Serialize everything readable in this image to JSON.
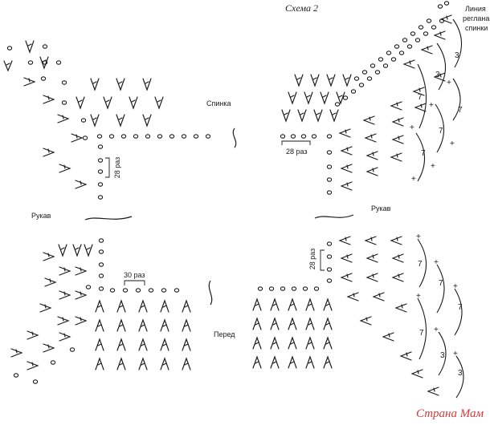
{
  "scheme": {
    "title": "Схема 2",
    "labels": {
      "back": "Спинка",
      "sleeve_left": "Рукав",
      "sleeve_right": "Рукав",
      "front": "Перед",
      "raglan_line": [
        "Линия",
        "реглана",
        "спинки"
      ]
    },
    "repeat_counts": {
      "left_vertical": "28 раз",
      "left_horizontal": "30 раз",
      "right_horizontal": "28 раз",
      "right_vertical": "28 раз"
    },
    "chain_counts": {
      "top_right": [
        "3",
        "3",
        "7",
        "7",
        "7",
        "7"
      ],
      "bottom_right": [
        "7",
        "7",
        "7",
        "7",
        "3",
        "3"
      ]
    },
    "plus_sign": "+",
    "watermark": "Страна Мам"
  }
}
